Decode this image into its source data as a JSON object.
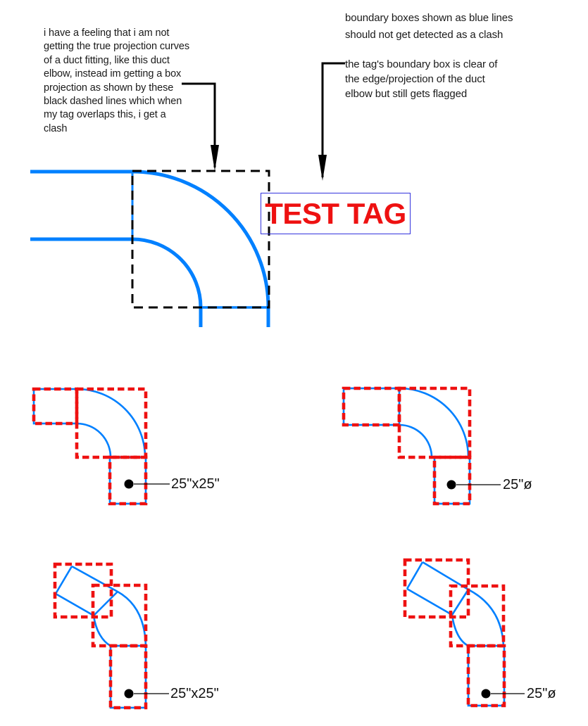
{
  "colors": {
    "duct_blue": "#0080FF",
    "boundary_red": "#EE1111",
    "tag_text_red": "#EE1111",
    "tag_border_blue": "#3333DD",
    "line_black": "#000000",
    "background": "#FFFFFF"
  },
  "notes": {
    "left": {
      "lines": [
        "i have a feeling that i am not",
        "getting the true projection curves",
        "of a duct fitting, like this duct",
        "elbow, instead im getting a box",
        "projection as shown by these",
        "black dashed lines which when",
        "my tag overlaps this, i get a",
        "clash"
      ]
    },
    "right_top": {
      "lines": [
        "boundary boxes shown as blue lines",
        "should not get detected as a clash"
      ]
    },
    "right_bottom": {
      "lines": [
        "the tag's boundary box is clear of",
        "the edge/projection of the duct",
        "elbow but still gets flagged"
      ]
    }
  },
  "tag": {
    "label": "TEST TAG"
  },
  "diagrams": {
    "rect_duct_plan": {
      "size_label": "25\"x25\""
    },
    "round_duct_plan": {
      "size_label": "25\"ø"
    },
    "rect_duct_rotated": {
      "size_label": "25\"x25\""
    },
    "round_duct_rotated": {
      "size_label": "25\"ø"
    }
  }
}
